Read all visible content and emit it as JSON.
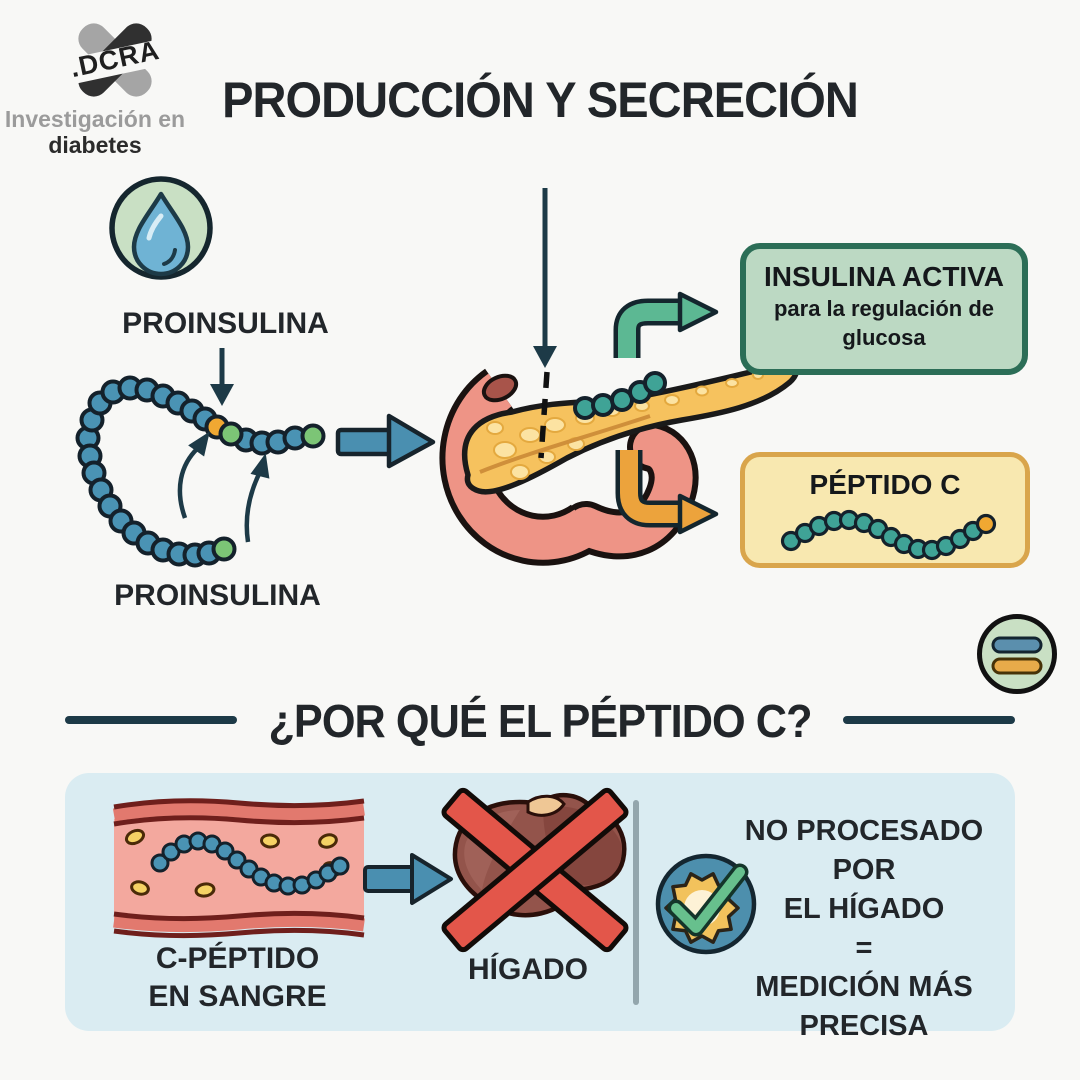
{
  "colors": {
    "bg": "#f8f8f6",
    "ink": "#22262a",
    "navy": "#1d3a47",
    "gray_text": "#9b9b9b",
    "panel_fill": "#daecf2",
    "divider_gray": "#93a6ad",
    "green_box_fill": "#bcd9c3",
    "green_box_border": "#2c6e57",
    "yellow_box_fill": "#f8e8b0",
    "yellow_box_border": "#d9a54c",
    "icon_circle_fill": "#c9e0c4",
    "arrow_blue": "#4a8fb0",
    "arrow_green": "#5cb893",
    "arrow_orange": "#eca33c",
    "bead_blue": "#4a93b4",
    "bead_teal": "#3fa396",
    "bead_green": "#7cc576",
    "bead_orange": "#f0a832",
    "pancreas_yellow": "#f6c25e",
    "pancreas_texture": "#fce3a2",
    "duodenum_pink": "#ee9486",
    "vessel_pink": "#f3a89e",
    "vessel_wall": "#6f1f1c",
    "cell_yellow": "#f5d264",
    "liver_brown": "#93544b",
    "cross_red": "#e3564a",
    "badge_blue": "#4d8fad",
    "badge_gear": "#f2c25c",
    "check_green": "#67c08d"
  },
  "header": {
    "logo_text": ".DCRA",
    "logo_line1": "Investigación en",
    "logo_line2": "diabetes",
    "title": "PRODUCCIÓN Y SECRECIÓN"
  },
  "diagram": {
    "proinsulina_top": "PROINSULINA",
    "proinsulina_bottom": "PROINSULINA",
    "insulin_box": {
      "title": "INSULINA ACTIVA",
      "subtitle": "para la regulación de glucosa"
    },
    "peptide_box": {
      "title": "PÉPTIDO C"
    }
  },
  "why": {
    "title": "¿POR QUÉ EL PÉPTIDO C?",
    "c_peptide_line1": "C-PÉPTIDO",
    "c_peptide_line2": "EN SANGRE",
    "liver_label": "HÍGADO",
    "conclusion_lines": [
      "NO PROCESADO POR",
      "EL HÍGADO",
      "=",
      "MEDICIÓN MÁS",
      "PRECISA"
    ]
  },
  "icons": {
    "droplet": "droplet-icon",
    "equals": "equals-icon",
    "verified_badge": "verified-check-icon"
  }
}
